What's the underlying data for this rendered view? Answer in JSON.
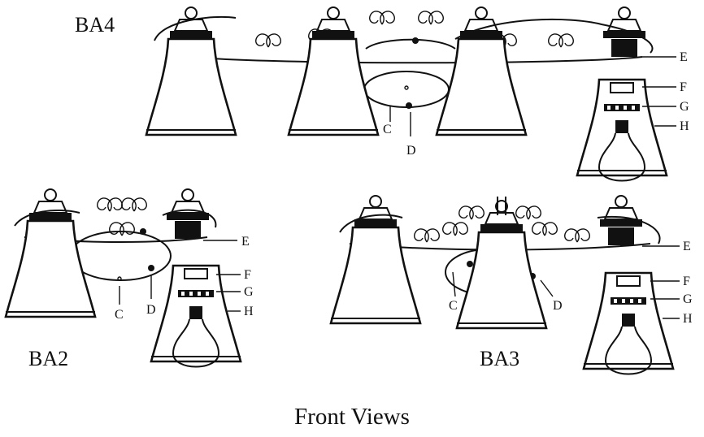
{
  "models": {
    "ba4": "BA4",
    "ba2": "BA2",
    "ba3": "BA3"
  },
  "callouts": {
    "c": "C",
    "d": "D",
    "e": "E",
    "f": "F",
    "g": "G",
    "h": "H"
  },
  "caption": "Front Views"
}
